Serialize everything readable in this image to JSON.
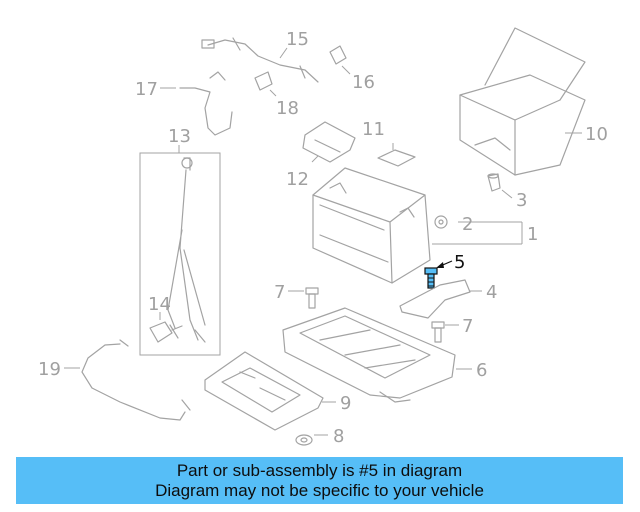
{
  "diagram": {
    "callouts": {
      "c1": "1",
      "c2": "2",
      "c3": "3",
      "c4": "4",
      "c5": "5",
      "c6": "6",
      "c7a": "7",
      "c7b": "7",
      "c8": "8",
      "c9": "9",
      "c10": "10",
      "c11": "11",
      "c12": "12",
      "c13": "13",
      "c14": "14",
      "c15": "15",
      "c16": "16",
      "c17": "17",
      "c18": "18",
      "c19": "19"
    },
    "highlighted_part": "5",
    "colors": {
      "line": "#a3a3a3",
      "highlight": "#111111",
      "bolt_highlight": "#56bef7",
      "banner": "#56bef7"
    }
  },
  "banner": {
    "line1": "Part or sub-assembly is #5 in diagram",
    "line2": "Diagram may not be specific to your vehicle"
  }
}
